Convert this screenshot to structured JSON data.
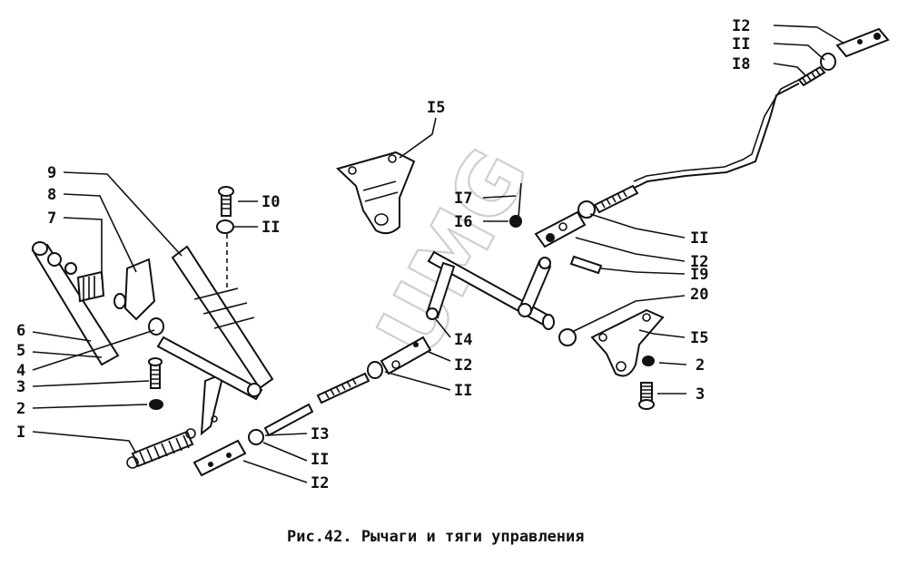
{
  "caption": "Рис.42. Рычаги и тяги управления",
  "watermark": "UMG",
  "callouts": {
    "c12_top": "I2",
    "c11_top": "II",
    "c18": "I8",
    "c15_top": "I5",
    "c17": "I7",
    "c16": "I6",
    "c11_mid": "II",
    "c12_mid": "I2",
    "c19": "I9",
    "c20": "20",
    "c15_right": "I5",
    "c2_right": "2",
    "c3_right": "3",
    "c14": "I4",
    "c12_low": "I2",
    "c11_low": "II",
    "c10": "I0",
    "c11_pedal": "II",
    "c9": "9",
    "c8": "8",
    "c7": "7",
    "c6": "6",
    "c5": "5",
    "c4": "4",
    "c3_left": "3",
    "c2_left": "2",
    "c1": "I",
    "c13": "I3",
    "c11_bot": "II",
    "c12_bot": "I2"
  }
}
